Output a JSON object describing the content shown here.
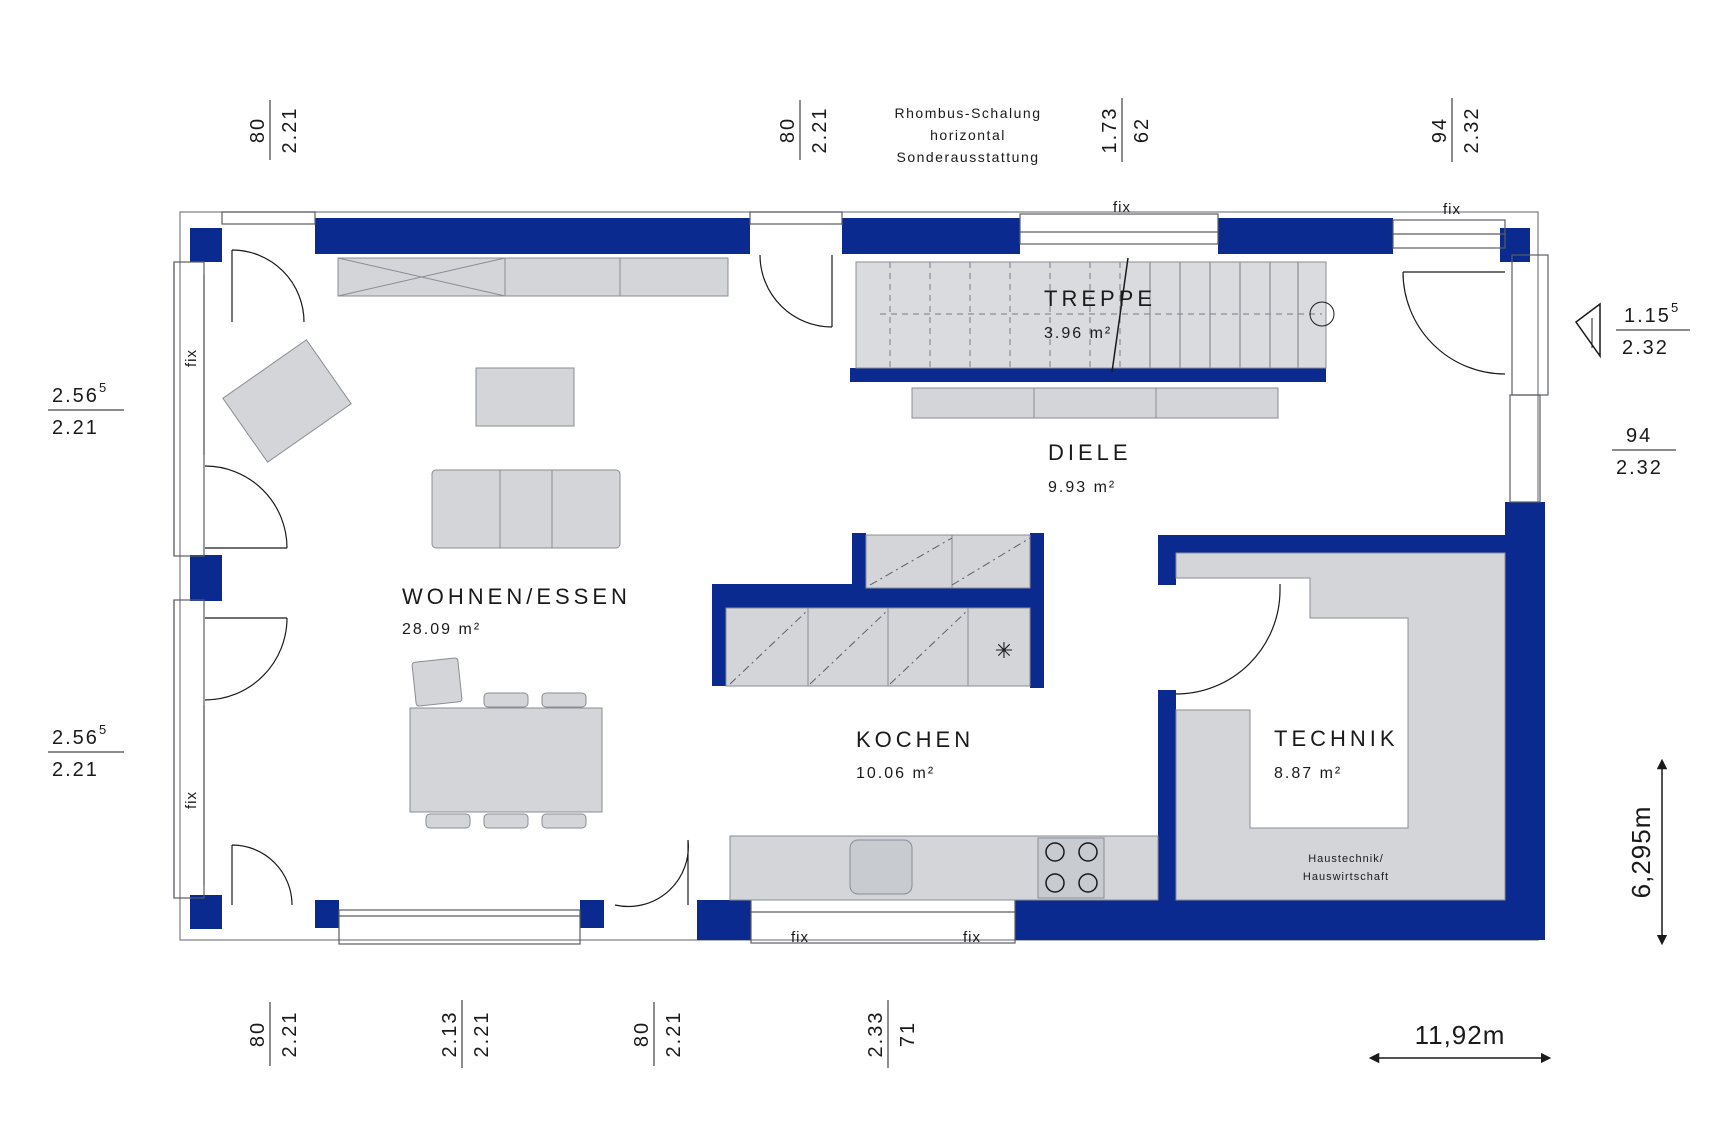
{
  "plan": {
    "colors": {
      "wall": "#0b2a8f",
      "furniture": "#d3d5d9",
      "furniture_edge": "#8a8d93",
      "text": "#1a1a1a"
    },
    "rooms": {
      "wohnen": {
        "name": "WOHNEN/ESSEN",
        "area": "28.09 m²"
      },
      "kochen": {
        "name": "KOCHEN",
        "area": "10.06 m²"
      },
      "diele": {
        "name": "DIELE",
        "area": "9.93 m²"
      },
      "treppe": {
        "name": "TREPPE",
        "area": "3.96 m²"
      },
      "technik": {
        "name": "TECHNIK",
        "area": "8.87 m²"
      }
    },
    "technik_note": [
      "Haustechnik/",
      "Hauswirtschaft"
    ],
    "note_top": [
      "Rhombus-Schalung",
      "horizontal",
      "Sonderausstattung"
    ],
    "fix_label": "fix",
    "dims_top": [
      {
        "a": "80",
        "b": "2.21"
      },
      {
        "a": "80",
        "b": "2.21"
      },
      {
        "a": "1.73",
        "b": "62"
      },
      {
        "a": "94",
        "b": "2.32"
      }
    ],
    "dims_bottom": [
      {
        "a": "80",
        "b": "2.21"
      },
      {
        "a": "2.13",
        "b": "2.21"
      },
      {
        "a": "80",
        "b": "2.21"
      },
      {
        "a": "2.33",
        "b": "71"
      }
    ],
    "dims_left": [
      {
        "a": "2.56",
        "sup": "5",
        "b": "2.21"
      },
      {
        "a": "2.56",
        "sup": "5",
        "b": "2.21"
      }
    ],
    "dims_right": [
      {
        "a": "1.15",
        "sup": "5",
        "b": "2.32"
      },
      {
        "a": "94",
        "b": "2.32"
      }
    ],
    "width_label": "11,92m",
    "depth_label": "6,295m"
  }
}
